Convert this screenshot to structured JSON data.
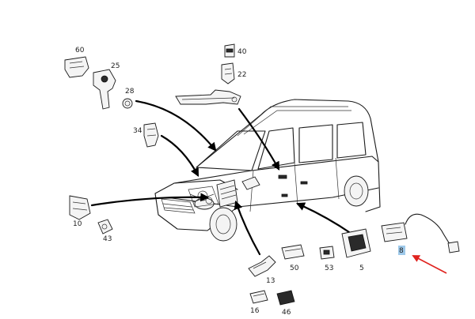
{
  "diagram": {
    "labels": {
      "p60": "60",
      "p25": "25",
      "p28": "28",
      "p34": "34",
      "p40": "40",
      "p22": "22",
      "p10": "10",
      "p43": "43",
      "p13": "13",
      "p50": "50",
      "p53": "53",
      "p5": "5",
      "p8": "8",
      "p16": "16",
      "p46": "46"
    },
    "colors": {
      "highlight_label_bg": "#9ec9ea",
      "pointer_arrow": "#e0231f",
      "line": "#1a1a1a"
    }
  }
}
